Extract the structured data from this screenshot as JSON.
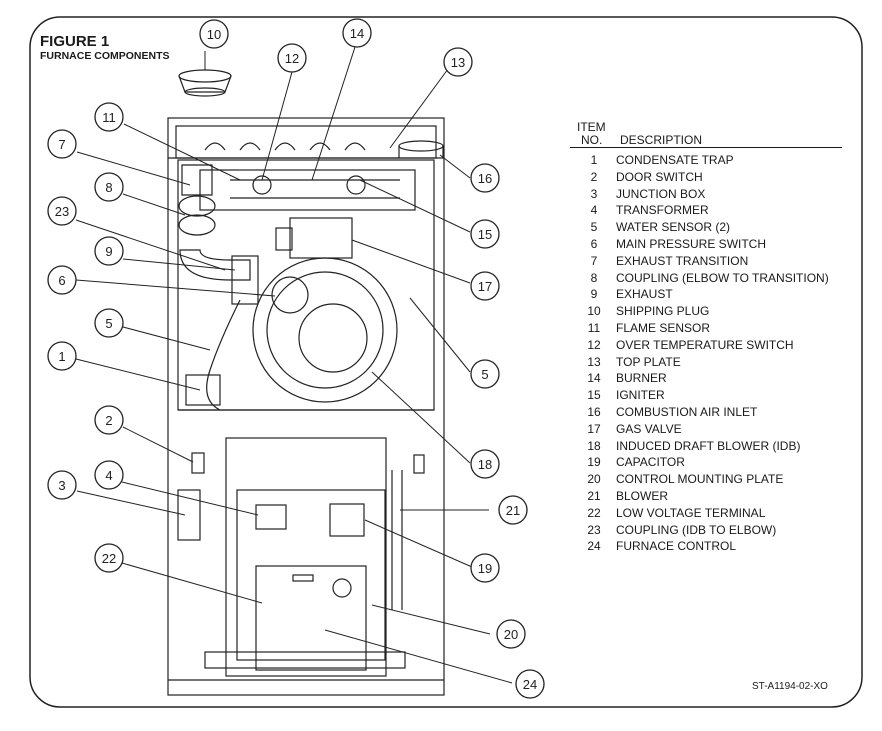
{
  "figure": {
    "title": "FIGURE 1",
    "subtitle": "FURNACE COMPONENTS",
    "code": "ST-A1194-02-XO"
  },
  "table": {
    "header_item_1": "ITEM",
    "header_item_2": "NO.",
    "header_description": "DESCRIPTION",
    "rows": [
      {
        "no": "1",
        "desc": "CONDENSATE TRAP"
      },
      {
        "no": "2",
        "desc": "DOOR SWITCH"
      },
      {
        "no": "3",
        "desc": "JUNCTION BOX"
      },
      {
        "no": "4",
        "desc": "TRANSFORMER"
      },
      {
        "no": "5",
        "desc": "WATER SENSOR (2)"
      },
      {
        "no": "6",
        "desc": "MAIN PRESSURE SWITCH"
      },
      {
        "no": "7",
        "desc": "EXHAUST TRANSITION"
      },
      {
        "no": "8",
        "desc": "COUPLING (ELBOW TO TRANSITION)"
      },
      {
        "no": "9",
        "desc": "EXHAUST"
      },
      {
        "no": "10",
        "desc": "SHIPPING PLUG"
      },
      {
        "no": "11",
        "desc": "FLAME SENSOR"
      },
      {
        "no": "12",
        "desc": "OVER TEMPERATURE SWITCH"
      },
      {
        "no": "13",
        "desc": "TOP PLATE"
      },
      {
        "no": "14",
        "desc": "BURNER"
      },
      {
        "no": "15",
        "desc": "IGNITER"
      },
      {
        "no": "16",
        "desc": "COMBUSTION AIR INLET"
      },
      {
        "no": "17",
        "desc": "GAS VALVE"
      },
      {
        "no": "18",
        "desc": "INDUCED DRAFT BLOWER (IDB)"
      },
      {
        "no": "19",
        "desc": "CAPACITOR"
      },
      {
        "no": "20",
        "desc": "CONTROL MOUNTING PLATE"
      },
      {
        "no": "21",
        "desc": "BLOWER"
      },
      {
        "no": "22",
        "desc": "LOW VOLTAGE TERMINAL"
      },
      {
        "no": "23",
        "desc": "COUPLING (IDB TO ELBOW)"
      },
      {
        "no": "24",
        "desc": "FURNACE CONTROL"
      }
    ]
  },
  "callouts": [
    "10",
    "12",
    "14",
    "13",
    "11",
    "7",
    "8",
    "23",
    "9",
    "6",
    "5",
    "1",
    "2",
    "4",
    "3",
    "22",
    "16",
    "15",
    "17",
    "5",
    "18",
    "21",
    "19",
    "20",
    "24"
  ]
}
